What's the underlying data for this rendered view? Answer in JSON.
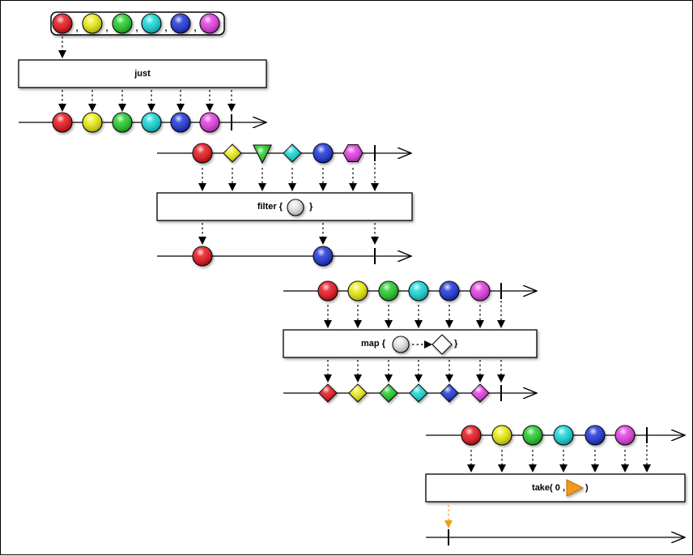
{
  "colors": {
    "red": "#e8141c",
    "yellow": "#ecec12",
    "green": "#22cc28",
    "cyan": "#16d7d9",
    "blue": "#1e35d9",
    "magenta": "#e43ee2",
    "orange": "#f39a1b",
    "line": "#000000"
  },
  "source": {
    "items": [
      "red",
      "yellow",
      "green",
      "cyan",
      "blue",
      "magenta"
    ],
    "separator": ","
  },
  "operators": {
    "just": {
      "label": "just"
    },
    "filter": {
      "prefix": "filter {",
      "suffix": "}",
      "icon": "gray-circle-icon"
    },
    "map": {
      "prefix": "map {",
      "suffix": "}",
      "icons": [
        "gray-circle-icon",
        "arrow-icon",
        "diamond-icon"
      ]
    },
    "take": {
      "prefix": "take( 0 ,",
      "suffix": ")",
      "icon": "orange-triangle-icon"
    }
  },
  "just_output": [
    "red",
    "yellow",
    "green",
    "cyan",
    "blue",
    "magenta"
  ],
  "filter_input": [
    {
      "shape": "circle",
      "color": "red"
    },
    {
      "shape": "diamond",
      "color": "yellow"
    },
    {
      "shape": "triangle",
      "color": "green"
    },
    {
      "shape": "diamond",
      "color": "cyan"
    },
    {
      "shape": "circle",
      "color": "blue"
    },
    {
      "shape": "hexagon",
      "color": "magenta"
    }
  ],
  "filter_output": [
    "red",
    "blue"
  ],
  "map_input": [
    "red",
    "yellow",
    "green",
    "cyan",
    "blue",
    "magenta"
  ],
  "map_output": [
    "red",
    "yellow",
    "green",
    "cyan",
    "blue",
    "magenta"
  ],
  "take_input": [
    "red",
    "yellow",
    "green",
    "cyan",
    "blue",
    "magenta"
  ],
  "take_output": []
}
